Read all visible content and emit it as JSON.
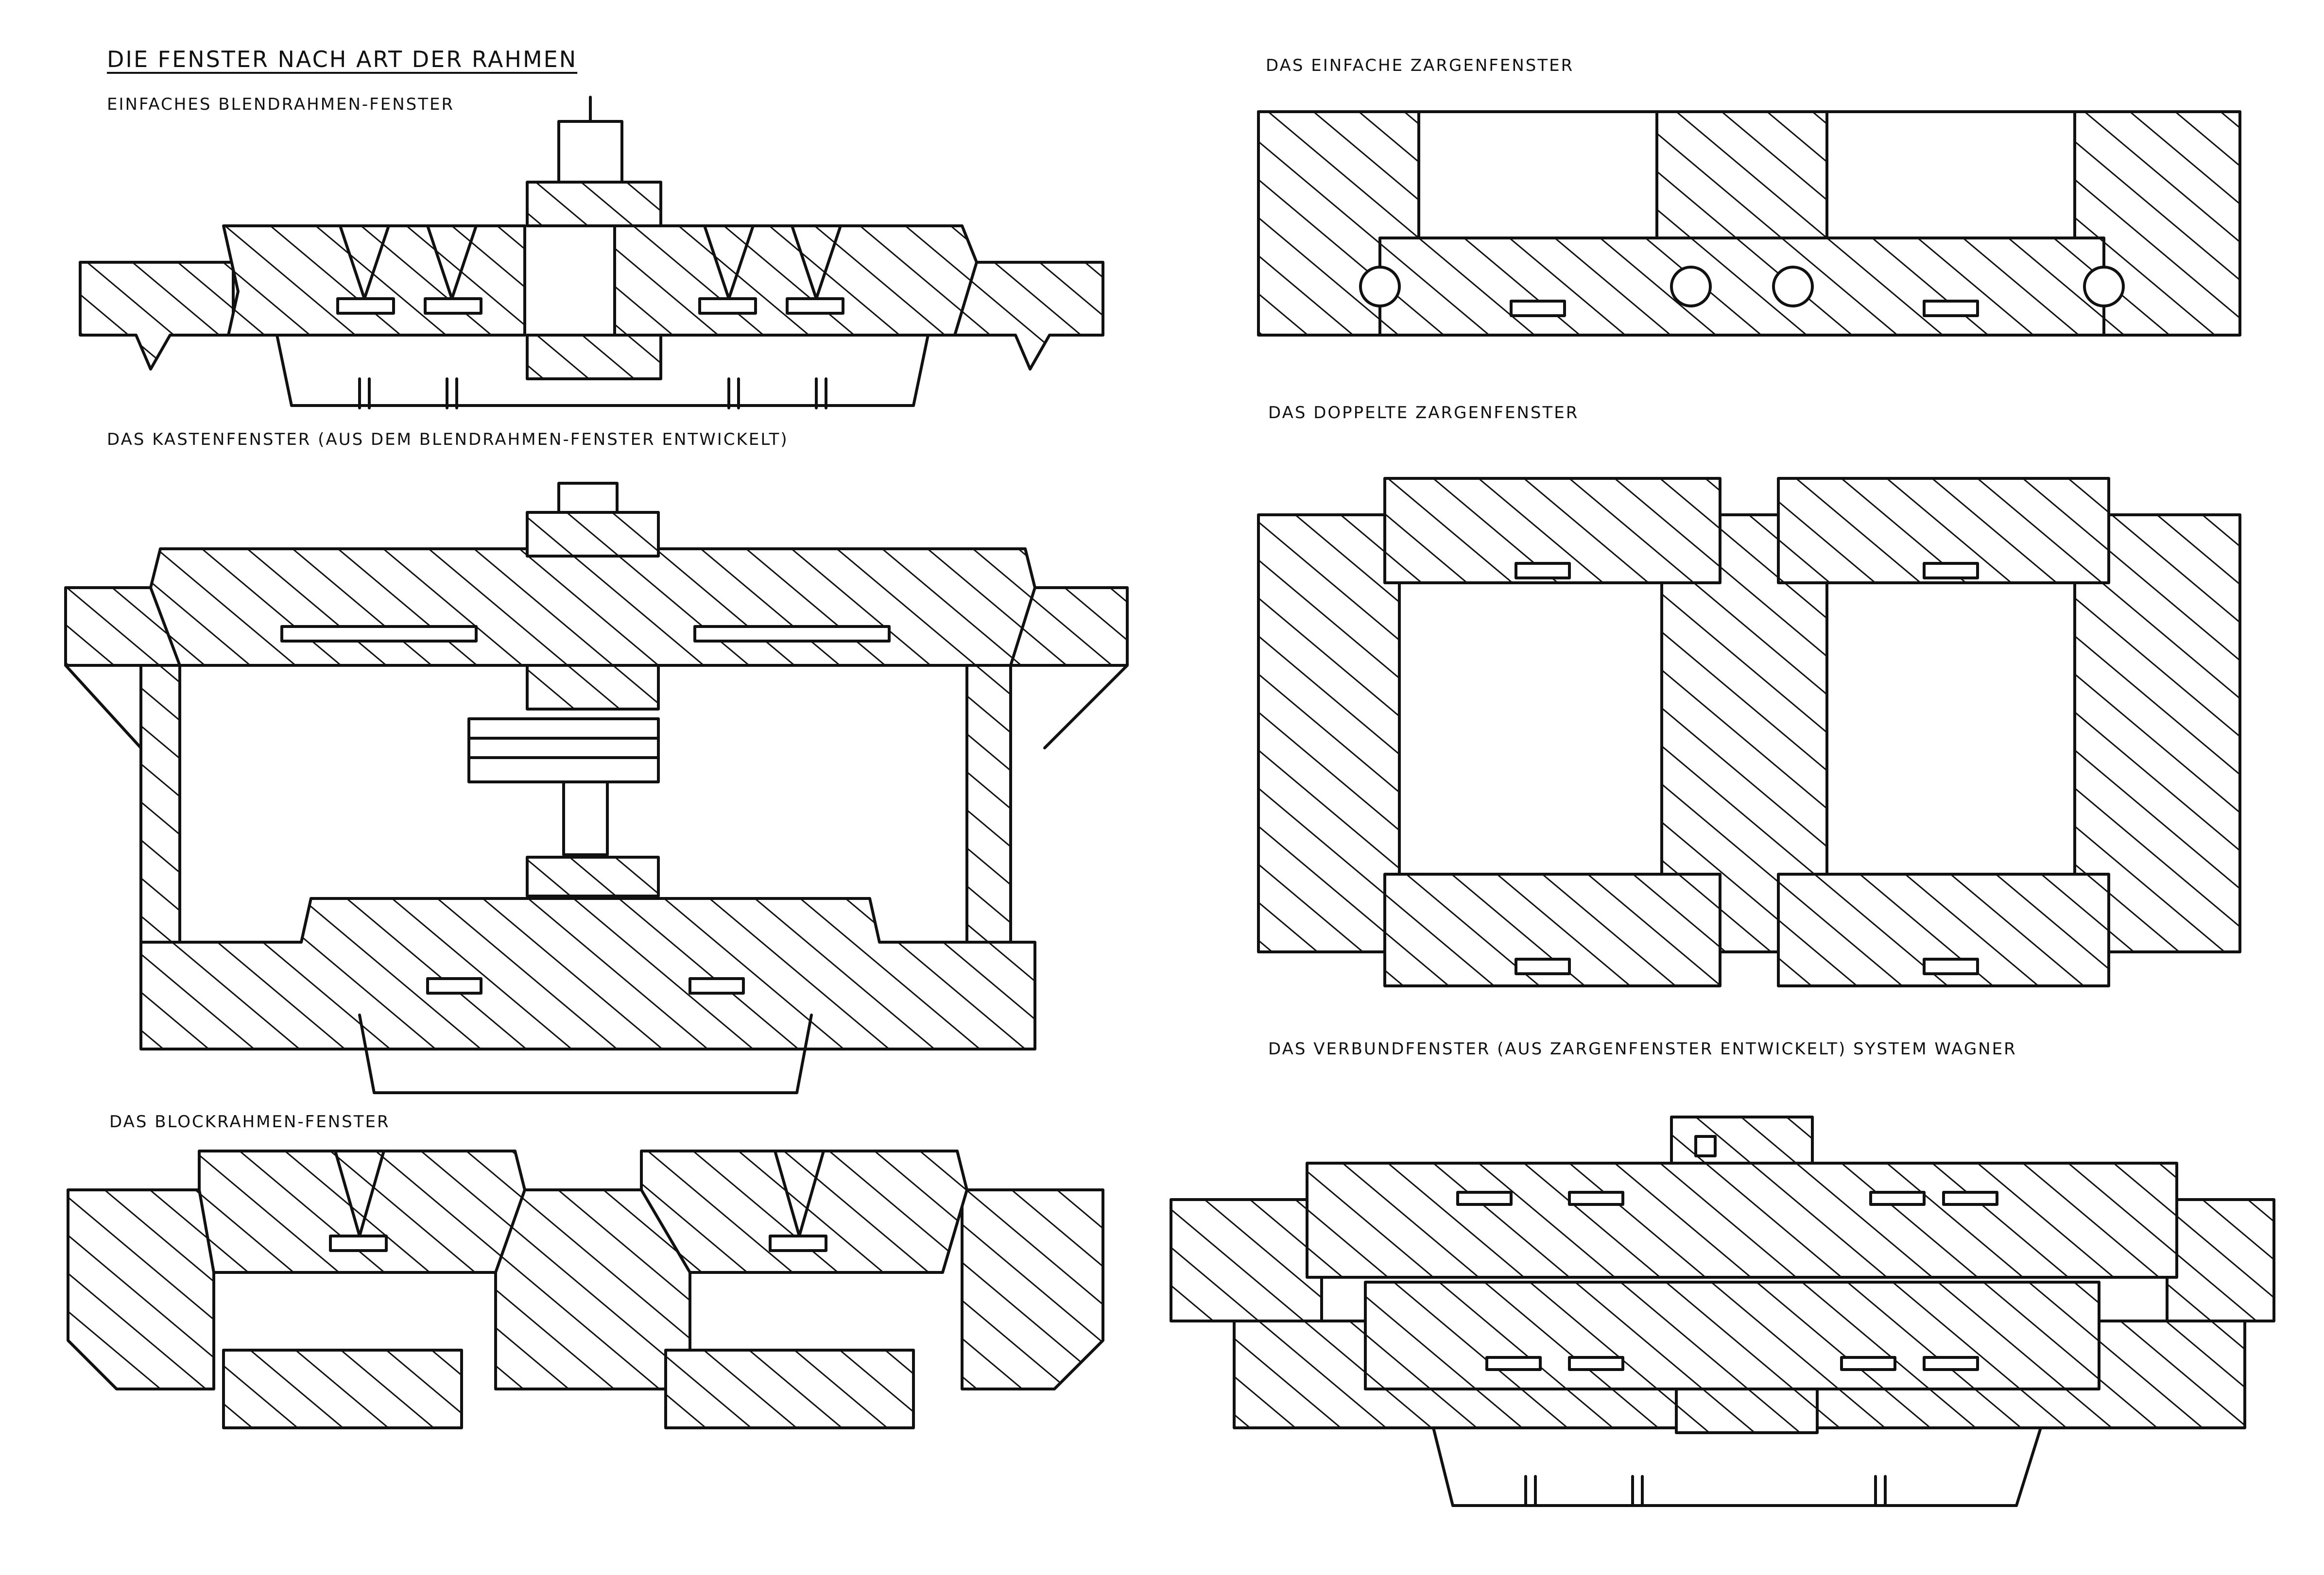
{
  "sheet": {
    "title": "Die Fenster nach Art der Rahmen",
    "figures": [
      {
        "id": "einfaches-blendrahmen",
        "label": "Einfaches Blendrahmen-Fenster"
      },
      {
        "id": "kastenfenster",
        "label": "Das Kastenfenster (aus dem Blendrahmen-Fenster entwickelt)"
      },
      {
        "id": "blockrahmen",
        "label": "Das Blockrahmen-Fenster"
      },
      {
        "id": "einfache-zargen",
        "label": "Das einfache Zargenfenster"
      },
      {
        "id": "doppelte-zargen",
        "label": "Das doppelte Zargenfenster"
      },
      {
        "id": "verbundfenster",
        "label": "Das Verbundfenster (aus Zargenfenster entwickelt) System Wagner"
      }
    ]
  }
}
